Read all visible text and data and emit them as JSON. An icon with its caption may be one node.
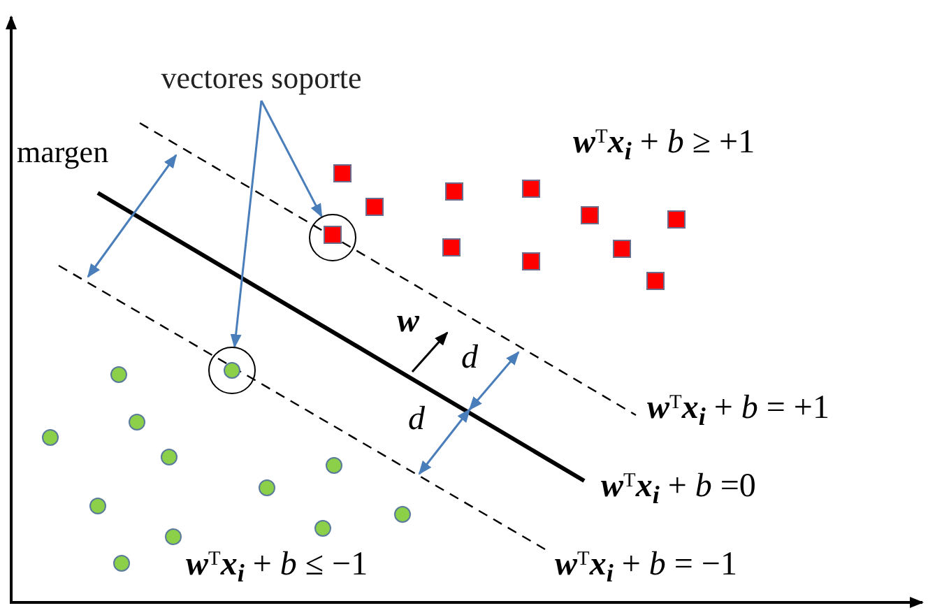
{
  "diagram": {
    "nodes": [
      {
        "text": [
          "vectores soporte"
        ]
      },
      {
        "text": [],
        "shape": "circle"
      },
      {
        "text": [],
        "shape": "circle"
      }
    ],
    "edges": [
      {
        "from": 0,
        "to": 1,
        "arrow": "to"
      },
      {
        "from": 0,
        "to": 2,
        "arrow": "to"
      }
    ],
    "labels": [
      "margen",
      "**w**$^{T}$**x**$_{i}$ + *b* ≥ +1",
      "**w**",
      "*d*",
      "*d*",
      "**w**$^{T}$**x**$_{i}$ + *b* = +1",
      "**w**$^{T}$**x**$_{i}$ + *b* =0",
      "**w**$^{T}$**x**$_{i}$ + *b* ≤ −1",
      "**w**$^{T}$**x**$_{i}$ + *b* = −1"
    ]
  }
}
